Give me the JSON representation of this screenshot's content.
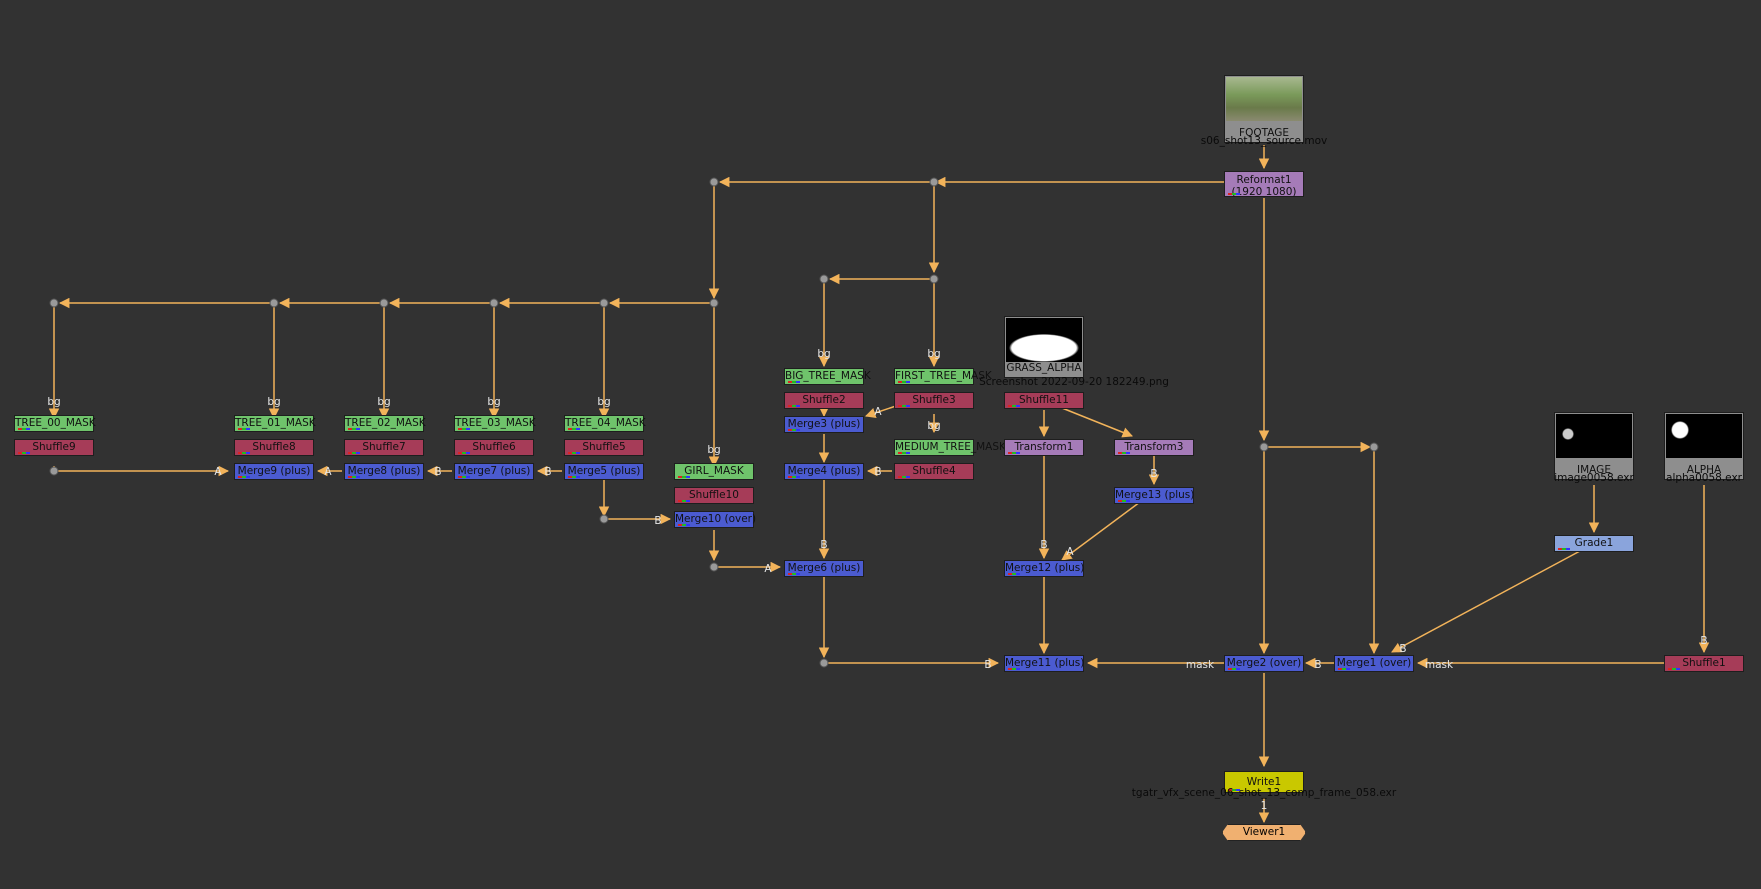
{
  "colors": {
    "background": "#323232",
    "wire": "#f2b35a",
    "mask_node": "#6fc36b",
    "shuffle_node": "#a63c58",
    "merge_node": "#4b5bd0",
    "transform_node": "#a57bb8",
    "grade_node": "#8aa4dc",
    "write_node": "#c9c800",
    "viewer_node": "#f0b070"
  },
  "read_nodes": {
    "footage": {
      "label": "FOOTAGE",
      "file": "s06_shot13_source.mov"
    },
    "grass_alpha": {
      "label": "GRASS_ALPHA",
      "file": "Screenshot 2022-09-20 182249.png"
    },
    "image": {
      "label": "IMAGE",
      "file": "image0058.exr"
    },
    "alpha": {
      "label": "ALPHA",
      "file": "alpha0058.exr"
    }
  },
  "nodes": {
    "reformat1": {
      "label": "Reformat1",
      "sub": "(1920 1080)"
    },
    "tree00_mask": "TREE_00_MASK",
    "tree01_mask": "TREE_01_MASK",
    "tree02_mask": "TREE_02_MASK",
    "tree03_mask": "TREE_03_MASK",
    "tree04_mask": "TREE_04_MASK",
    "girl_mask": "GIRL_MASK",
    "big_tree_mask": "BIG_TREE_MASK",
    "first_tree_mask": "FIRST_TREE_MASK",
    "medium_tree_mask": "MEDIUM_TREE_MASK",
    "shuffle1": "Shuffle1",
    "shuffle2": "Shuffle2",
    "shuffle3": "Shuffle3",
    "shuffle4": "Shuffle4",
    "shuffle5": "Shuffle5",
    "shuffle6": "Shuffle6",
    "shuffle7": "Shuffle7",
    "shuffle8": "Shuffle8",
    "shuffle9": "Shuffle9",
    "shuffle10": "Shuffle10",
    "shuffle11": "Shuffle11",
    "merge1": "Merge1 (over)",
    "merge2": "Merge2 (over)",
    "merge3": "Merge3 (plus)",
    "merge4": "Merge4 (plus)",
    "merge5": "Merge5 (plus)",
    "merge6": "Merge6 (plus)",
    "merge7": "Merge7 (plus)",
    "merge8": "Merge8 (plus)",
    "merge9": "Merge9 (plus)",
    "merge10": "Merge10 (over)",
    "merge11": "Merge11 (plus)",
    "merge12": "Merge12 (plus)",
    "merge13": "Merge13 (plus)",
    "transform1": "Transform1",
    "transform3": "Transform3",
    "grade1": "Grade1",
    "write1": {
      "label": "Write1",
      "file": "tgatr_vfx_scene_06_shot_13_comp_frame_058.exr"
    },
    "viewer1": "Viewer1"
  },
  "input_labels": {
    "bg": "bg",
    "a": "A",
    "b": "B",
    "mask": "mask",
    "one": "1"
  }
}
